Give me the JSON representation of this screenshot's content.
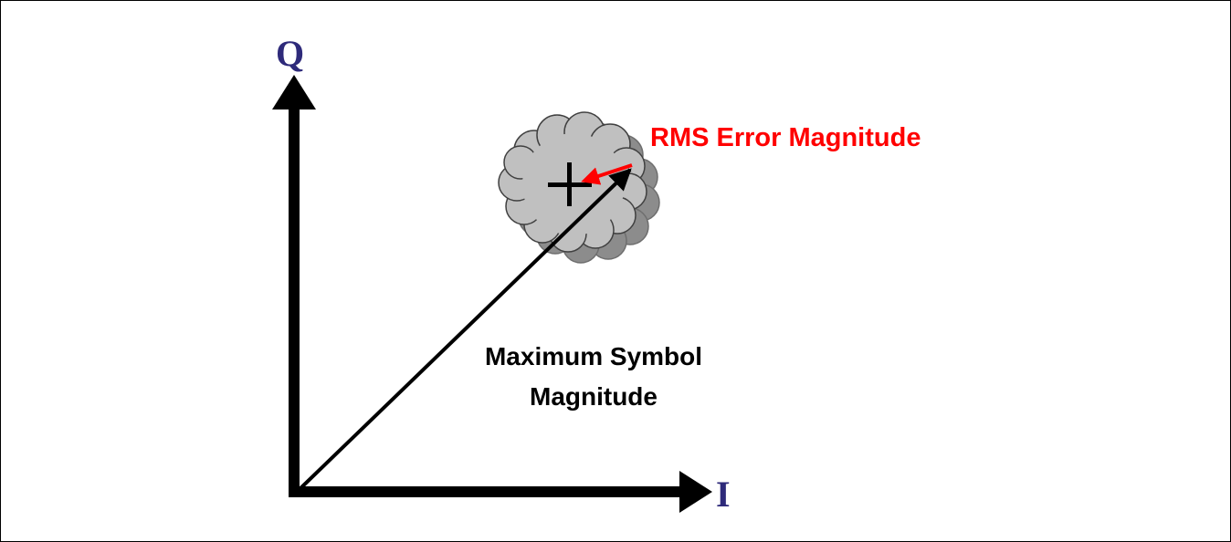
{
  "axes": {
    "q_label": "Q",
    "i_label": "I"
  },
  "labels": {
    "rms_error": "RMS Error Magnitude",
    "max_symbol_line1": "Maximum Symbol",
    "max_symbol_line2": "Magnitude"
  },
  "colors": {
    "axis_label": "#2E2A7A",
    "rms_label": "#FF0000",
    "error_vector": "#FF0000",
    "cloud_fill": "#C0C0C0",
    "cloud_shadow": "#8C8C8C",
    "axes": "#000000",
    "symbol_vector": "#000000"
  },
  "icons": {
    "ideal_point": "plus-marker",
    "error_cloud": "cloud-shape"
  }
}
